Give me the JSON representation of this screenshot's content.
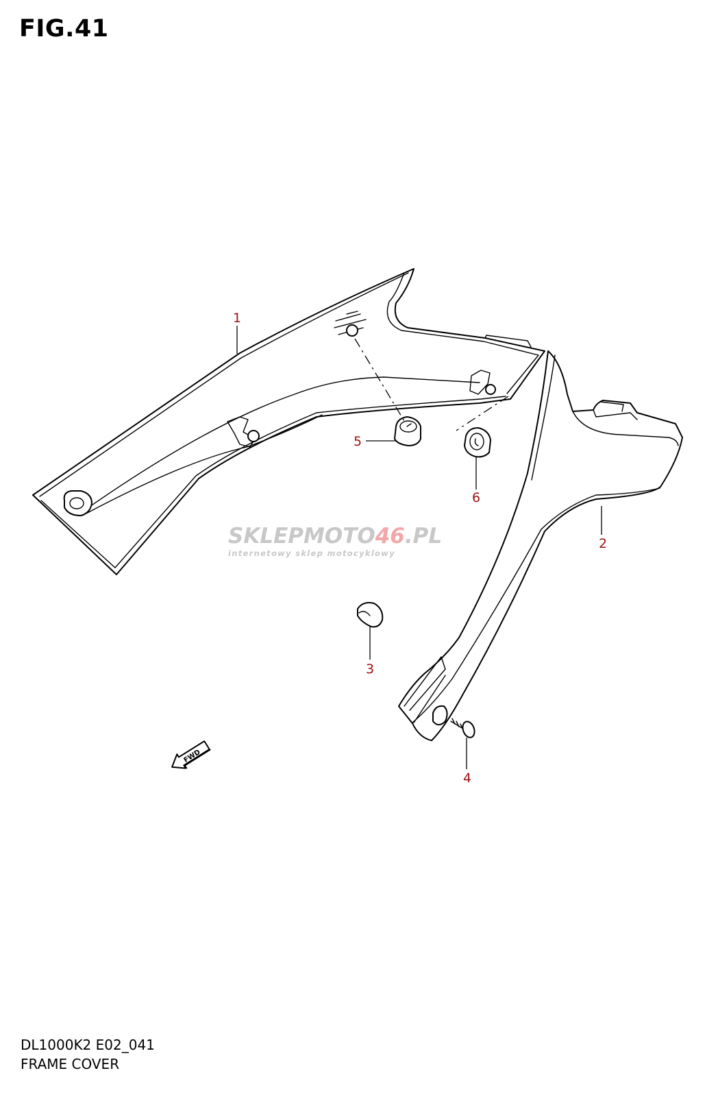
{
  "figure": {
    "title": "FIG.41"
  },
  "footer": {
    "model_code": "DL1000K2 E02_041",
    "section_name": "FRAME COVER"
  },
  "callouts": [
    {
      "number": "1"
    },
    {
      "number": "2"
    },
    {
      "number": "3"
    },
    {
      "number": "4"
    },
    {
      "number": "5"
    },
    {
      "number": "6"
    }
  ],
  "direction_marker": {
    "label": "FWD"
  },
  "watermark": {
    "brand_part1": "SKLEPMOTO",
    "brand_part2": "46",
    "brand_part3": ".PL",
    "tagline": "internetowy sklep motocyklowy",
    "colors": {
      "gray": "#c8c8c8",
      "red": "#f2a8a8"
    }
  },
  "colors": {
    "callout": "#a01010",
    "line": "#000000"
  }
}
